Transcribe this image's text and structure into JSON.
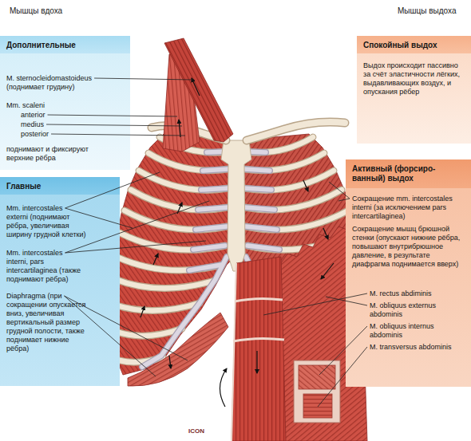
{
  "diagram": {
    "nodes": [
      {
        "text": [
          "Дополнительные",
          "M. sternocleidomastoideus (поднимает грудину)",
          "Mm. scaleni",
          "anterior",
          "medius",
          "posterior",
          "поднимают и фиксируют верхние рёбра"
        ]
      },
      {
        "text": [
          "Главные",
          "Mm. intercostales externi (поднимают рёбра, увеличивая ширину грудной клетки)",
          "Mm. intercostales interni, pars intercartilaginea (также поднимают рёбра)",
          "Diaphragma (при сокращении опускается вниз, увеличивая вертикальный размер грудной полости, также поднимает нижние рёбра)"
        ]
      },
      {
        "text": [
          "Спокойный выдох",
          "Выдох происходит пассивно за счёт эластичности лёгких, выдавливающих воздух, и опускания рёбер"
        ]
      },
      {
        "text": [
          "Активный (форсиро-ванный) выдох",
          "Сокращение mm. intercostales interni (за исключением pars intercartilaginea)",
          "Сокращение мышц брюшной стенки (опускают нижние рёбра, повышают внутрибрюшное давление, в результате диафрагма поднимается вверх)",
          "M. rectus abdiminis",
          "M. obliquus externus abdominis",
          "M. obliquus internus abdominis",
          "M. transversus abdominis"
        ]
      }
    ],
    "labels": [
      "Мышцы вдоха",
      "Мышцы выдоха",
      "ICON"
    ]
  }
}
